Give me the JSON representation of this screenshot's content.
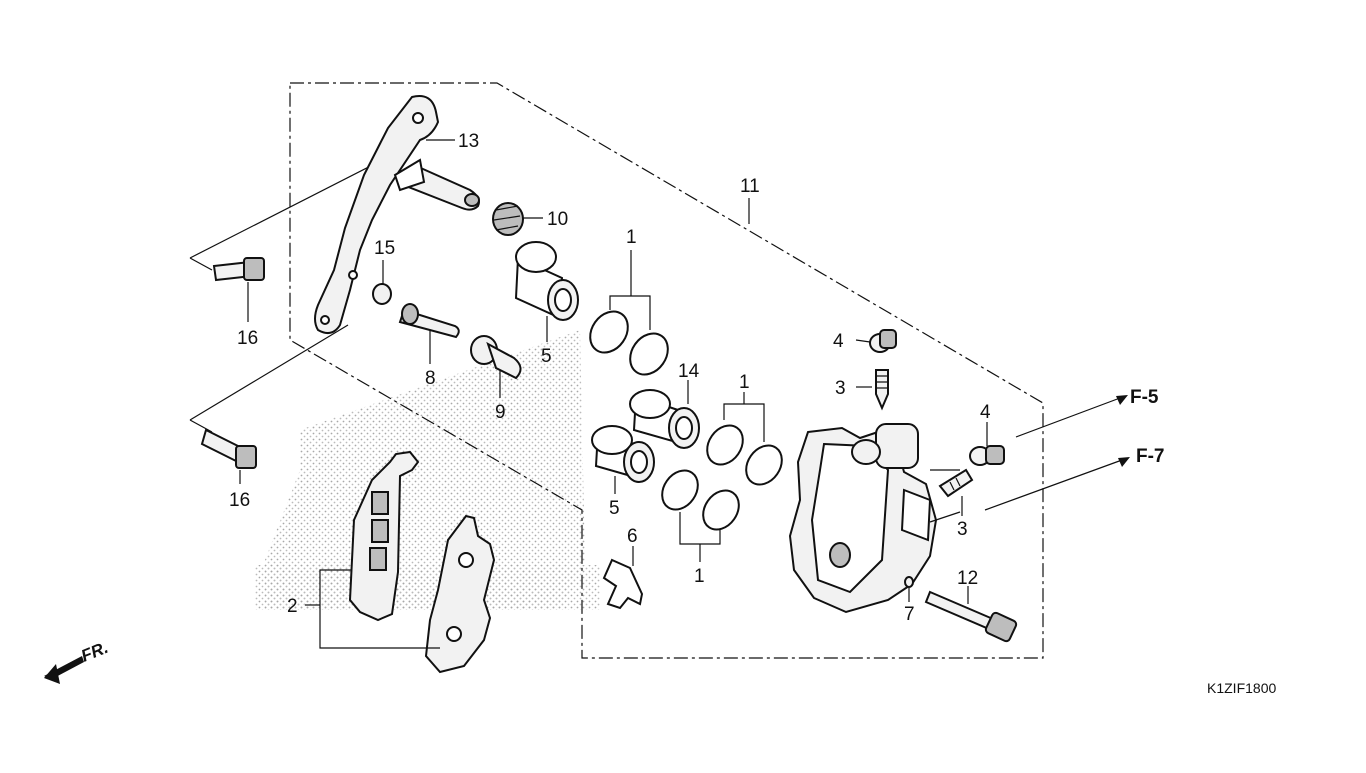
{
  "diagram": {
    "code": "K1ZIF1800",
    "direction_label": "FR.",
    "references": [
      "F-5",
      "F-7"
    ],
    "callouts": [
      "1",
      "1",
      "1",
      "2",
      "3",
      "3",
      "4",
      "4",
      "5",
      "5",
      "6",
      "7",
      "8",
      "9",
      "10",
      "11",
      "12",
      "13",
      "14",
      "15",
      "16",
      "16"
    ]
  }
}
